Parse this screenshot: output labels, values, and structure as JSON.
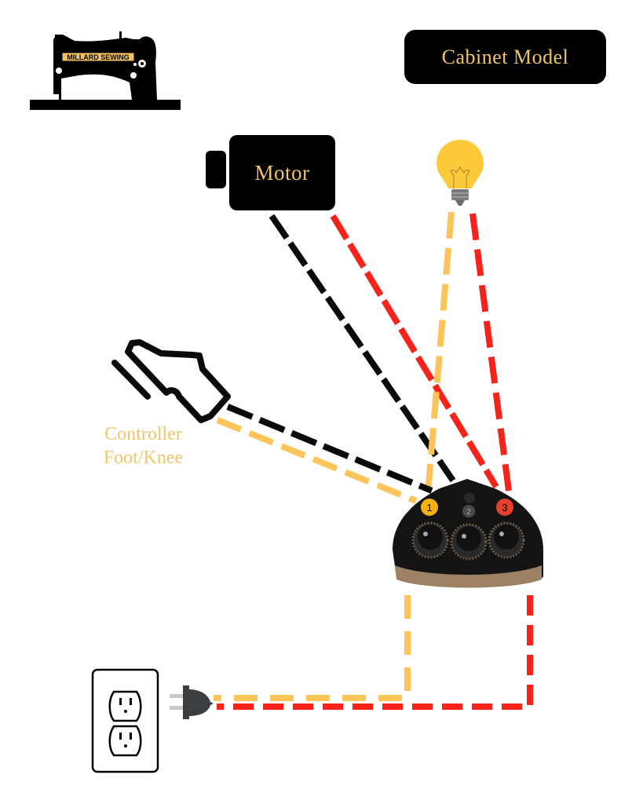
{
  "colors": {
    "black_wire": "#0a0a0a",
    "red_wire": "#f5231a",
    "yellow_wire": "#fdc45a",
    "gold_text": "#f0c56a",
    "bulb_yellow": "#fcc93a",
    "bulb_base": "#7a7a7a",
    "plug_body": "#3c3f42",
    "plug_prongs": "#c8c8c8",
    "block_body": "#141414",
    "block_base": "#9d8163",
    "terminal_1": "#f3b212",
    "terminal_2": "#5a5a5a",
    "terminal_3": "#e8402e"
  },
  "logo": {
    "brand_text": "MILLARD SEWING",
    "icon": "sewing-machine-icon"
  },
  "model_badge": {
    "label": "Cabinet Model"
  },
  "components": {
    "motor": {
      "label": "Motor",
      "icon": "motor-icon"
    },
    "light": {
      "icon": "light-bulb-icon"
    },
    "controller": {
      "line1": "Controller",
      "line2": "Foot/Knee",
      "icon": "foot-pedal-icon"
    },
    "terminal_block": {
      "icon": "terminal-block-icon",
      "terminals": [
        {
          "number": "1",
          "color": "yellow"
        },
        {
          "number": "2",
          "color": "gray"
        },
        {
          "number": "3",
          "color": "red"
        }
      ]
    },
    "outlet": {
      "icon": "wall-outlet-icon"
    },
    "plug": {
      "icon": "power-plug-icon"
    }
  },
  "wires": [
    {
      "from": "motor",
      "to": "terminal-2",
      "color": "black"
    },
    {
      "from": "motor",
      "to": "terminal-3",
      "color": "red"
    },
    {
      "from": "light",
      "to": "terminal-1",
      "color": "yellow"
    },
    {
      "from": "light",
      "to": "terminal-3",
      "color": "red"
    },
    {
      "from": "controller",
      "to": "terminal-2",
      "color": "black"
    },
    {
      "from": "controller",
      "to": "terminal-1",
      "color": "yellow"
    },
    {
      "from": "terminal-1",
      "to": "plug",
      "color": "yellow"
    },
    {
      "from": "terminal-3",
      "to": "plug",
      "color": "red"
    }
  ]
}
